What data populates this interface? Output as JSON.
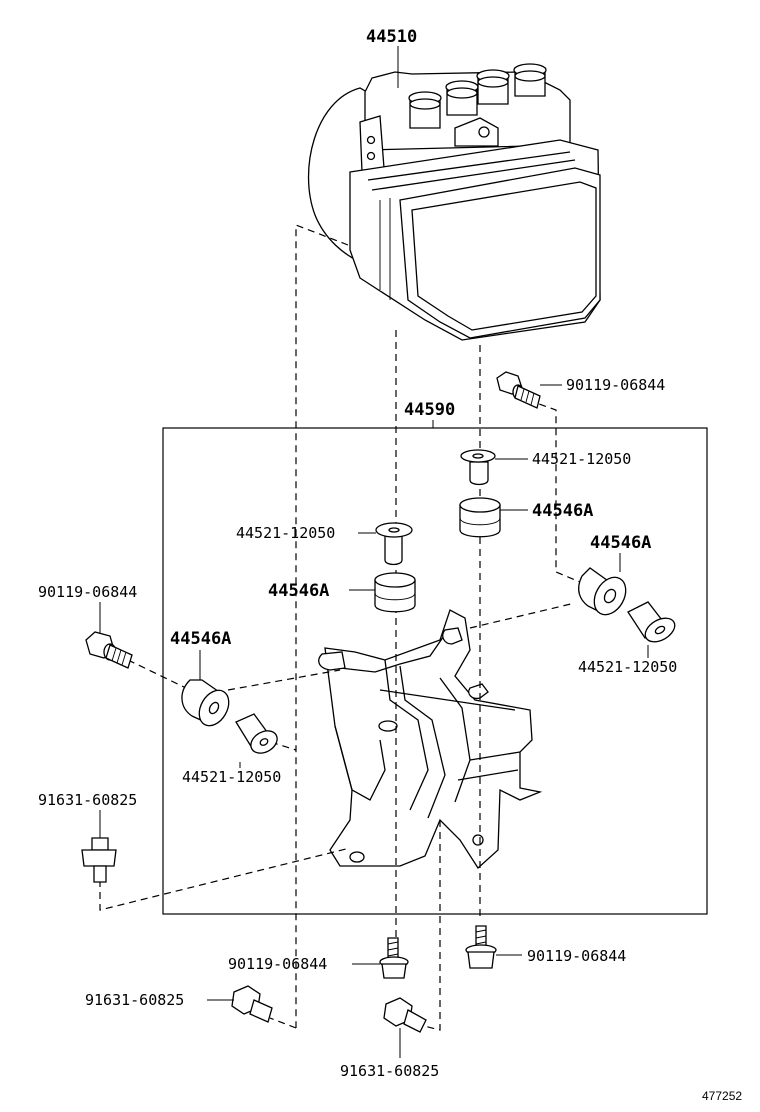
{
  "labels": {
    "actuator": "44510",
    "bracket": "44590",
    "bolt_top_right": "90119-06844",
    "bolt_left": "90119-06844",
    "bolt_bottom_center": "90119-06844",
    "bolt_bottom_right": "90119-06844",
    "collar_top_right": "44521-12050",
    "collar_center": "44521-12050",
    "collar_right": "44521-12050",
    "collar_left": "44521-12050",
    "cushion_top_right": "44546A",
    "cushion_right": "44546A",
    "cushion_center": "44546A",
    "cushion_left": "44546A",
    "bolt91_left": "91631-60825",
    "bolt91_bottom_left": "91631-60825",
    "bolt91_bottom_center": "91631-60825"
  },
  "reference_number": "477252"
}
